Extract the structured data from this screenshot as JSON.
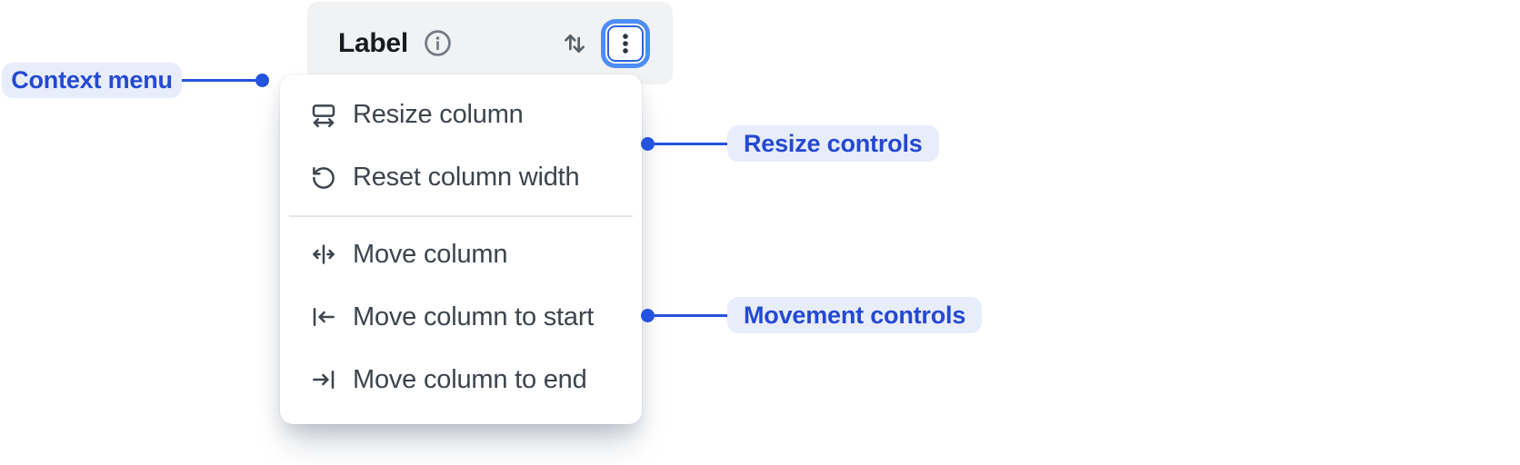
{
  "header": {
    "label": "Label",
    "info_icon": "info-circle",
    "sort_icon": "sort-arrows-up-down",
    "menu_button_icon": "kebab-vertical-dots",
    "menu_button_state": "focused"
  },
  "menu": {
    "items": [
      {
        "icon": "resize-column-icon",
        "label": "Resize column"
      },
      {
        "icon": "reset-column-width-icon",
        "label": "Reset column width"
      },
      {
        "icon": "move-column-icon",
        "label": "Move column"
      },
      {
        "icon": "move-column-to-start-icon",
        "label": "Move column to start"
      },
      {
        "icon": "move-column-to-end-icon",
        "label": "Move column to end"
      }
    ],
    "divider_after_index": 1
  },
  "annotations": {
    "context_menu": {
      "label": "Context menu",
      "side": "left"
    },
    "resize_controls": {
      "label": "Resize controls",
      "side": "right"
    },
    "movement_controls": {
      "label": "Movement controls",
      "side": "right"
    }
  },
  "colors": {
    "header_bg": "#f1f2f4",
    "header_text": "#171b20",
    "muted_icon": "#757b85",
    "menu_text": "#3e444d",
    "divider": "#e4e6ea",
    "focus_ring": "#4d8df6",
    "focus_border": "#2c63dd",
    "annotation_text": "#2449d2",
    "annotation_line": "#2553e0",
    "annotation_pill_bg": "#e8edfb"
  }
}
